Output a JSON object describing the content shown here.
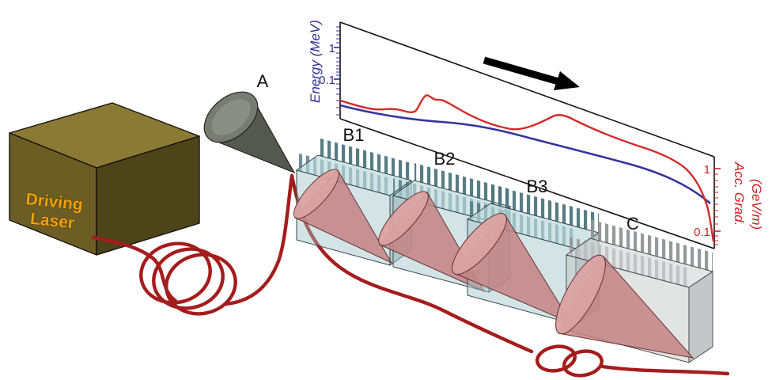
{
  "figure": {
    "laser": {
      "label_line1": "Driving",
      "label_line2": "Laser"
    },
    "gun_label": "A",
    "stages": [
      {
        "label": "B1",
        "color": "#9fc4c9"
      },
      {
        "label": "B2",
        "color": "#9fc4c9"
      },
      {
        "label": "B3",
        "color": "#9fc4c9"
      },
      {
        "label": "C",
        "color": "#b9bdbe"
      }
    ]
  },
  "plot": {
    "left_axis": {
      "label": "Energy (MeV)",
      "ticks": [
        "1",
        "0.1"
      ],
      "color": "#2e2e8f"
    },
    "right_axis": {
      "label_line1": "Acc. Grad.",
      "label_line2": "(GeV/m)",
      "ticks": [
        "1",
        "0.1"
      ],
      "color": "#cc2222"
    }
  },
  "colors": {
    "fiber": "#a51c1c",
    "energy_curve": "#3333a0",
    "gradient_curve": "#d42a2a",
    "laser_text": "#f2a20c",
    "stage_teal": "#9fc4c9",
    "stage_gray": "#b9bdbe",
    "beam_cone": "#c48284"
  },
  "chart_data": {
    "type": "line",
    "title": "",
    "xlabel": "",
    "x_description": "normalized position along accelerator chain (beam direction shown by arrow)",
    "x": [
      0,
      0.1,
      0.2,
      0.25,
      0.3,
      0.4,
      0.5,
      0.55,
      0.6,
      0.7,
      0.8,
      0.9,
      1.0
    ],
    "series": [
      {
        "name": "Energy (MeV)",
        "axis": "left",
        "color": "#3333a0",
        "scale": "log",
        "values": [
          0.06,
          0.065,
          0.07,
          0.075,
          0.09,
          0.12,
          0.17,
          0.2,
          0.25,
          0.35,
          0.55,
          0.85,
          1.3
        ]
      },
      {
        "name": "Acc. Grad. (GeV/m)",
        "axis": "right",
        "color": "#d42a2a",
        "scale": "log",
        "values": [
          0.45,
          0.4,
          0.42,
          0.75,
          0.55,
          0.3,
          0.28,
          0.45,
          0.5,
          0.3,
          0.2,
          0.12,
          0.05
        ]
      }
    ],
    "left_axis_label": "Energy (MeV)",
    "right_axis_label": "Acc. Grad. (GeV/m)",
    "left_ticks": [
      1,
      0.1
    ],
    "right_ticks": [
      1,
      0.1
    ],
    "left_ylim": [
      0.05,
      5
    ],
    "right_ylim": [
      0.05,
      2
    ],
    "grid": false,
    "legend": false,
    "annotations": [
      "black arrow indicating beam propagation direction (left to right)"
    ]
  }
}
